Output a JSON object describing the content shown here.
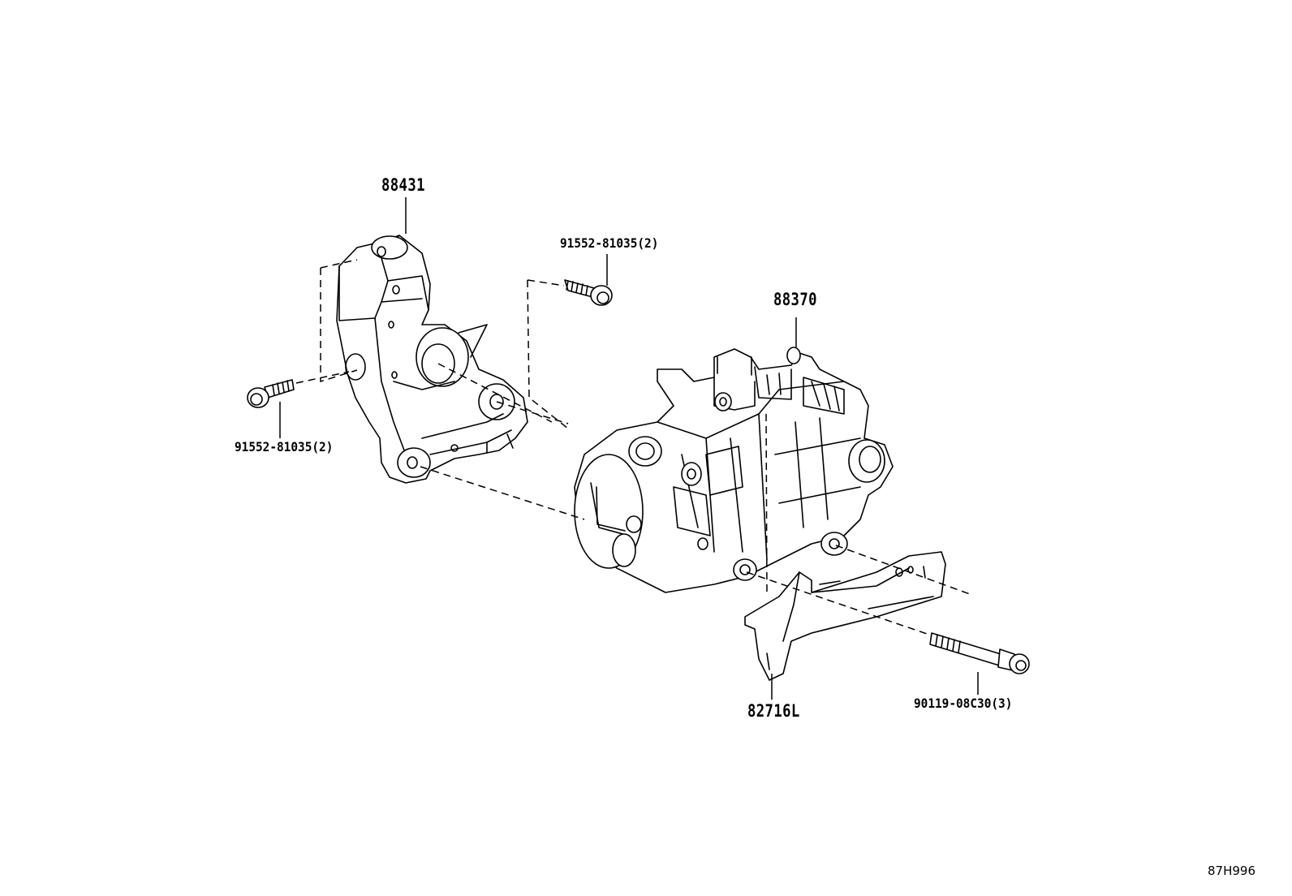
{
  "diagram": {
    "parts": [
      {
        "part_number": "88431"
      },
      {
        "part_number": "91552-81035(2)",
        "position": "upper"
      },
      {
        "part_number": "91552-81035(2)",
        "position": "left"
      },
      {
        "part_number": "88370"
      },
      {
        "part_number": "82716L"
      },
      {
        "part_number": "90119-08C30(3)"
      }
    ],
    "diagram_code": "87H996"
  }
}
